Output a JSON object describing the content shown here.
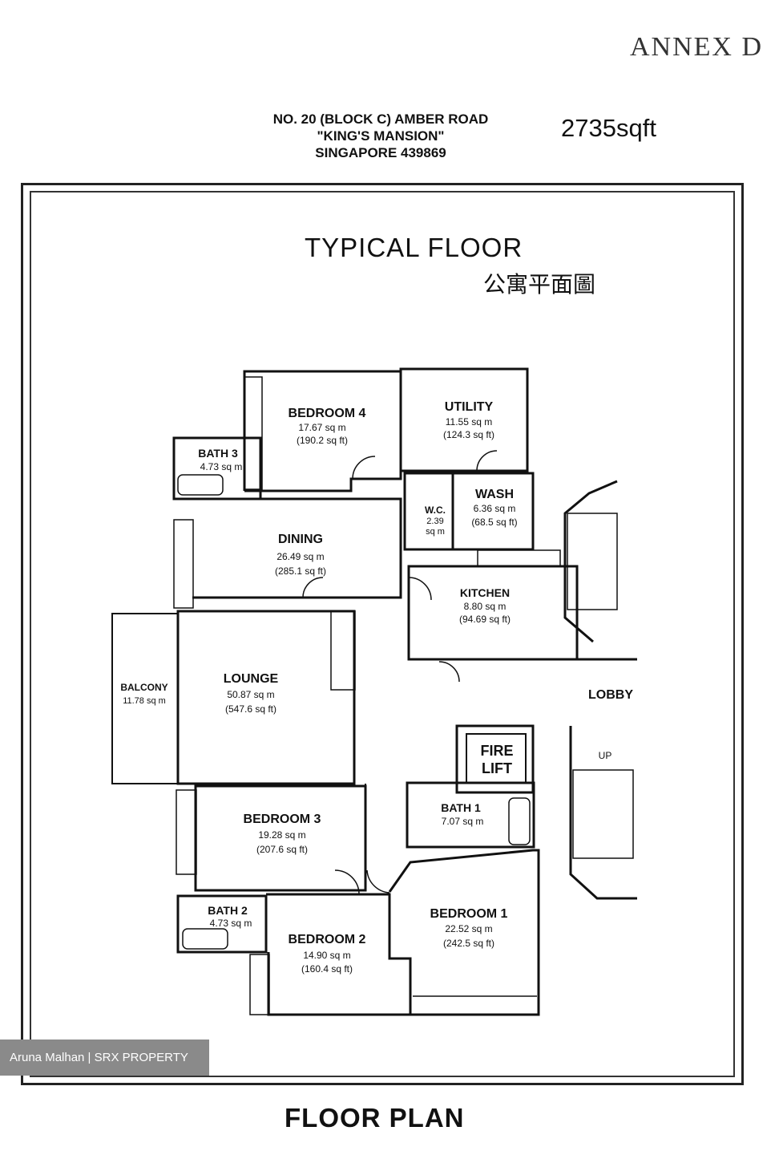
{
  "header": {
    "annex": "ANNEX D",
    "address_lines": [
      "NO. 20 (BLOCK C) AMBER ROAD",
      "\"KING'S MANSION\"",
      "SINGAPORE 439869"
    ],
    "size": "2735sqft"
  },
  "plan": {
    "title": "TYPICAL FLOOR",
    "subtitle": "公寓平面圖",
    "rooms": {
      "bedroom4": {
        "name": "BEDROOM 4",
        "sqm": "17.67 sq m",
        "sqft": "(190.2 sq ft)"
      },
      "utility": {
        "name": "UTILITY",
        "sqm": "11.55 sq m",
        "sqft": "(124.3 sq ft)"
      },
      "bath3": {
        "name": "BATH 3",
        "sqm": "4.73 sq m"
      },
      "wc": {
        "name": "W.C.",
        "sqm": "2.39",
        "unit": "sq m"
      },
      "wash": {
        "name": "WASH",
        "sqm": "6.36 sq m",
        "sqft": "(68.5 sq ft)"
      },
      "dining": {
        "name": "DINING",
        "sqm": "26.49 sq m",
        "sqft": "(285.1 sq ft)"
      },
      "kitchen": {
        "name": "KITCHEN",
        "sqm": "8.80 sq m",
        "sqft": "(94.69 sq ft)"
      },
      "balcony": {
        "name": "BALCONY",
        "sqm": "11.78 sq m"
      },
      "lounge": {
        "name": "LOUNGE",
        "sqm": "50.87 sq m",
        "sqft": "(547.6 sq ft)"
      },
      "lobby": {
        "name": "LOBBY"
      },
      "firelift": {
        "line1": "FIRE",
        "line2": "LIFT"
      },
      "up": {
        "name": "UP"
      },
      "bedroom3": {
        "name": "BEDROOM 3",
        "sqm": "19.28 sq m",
        "sqft": "(207.6 sq ft)"
      },
      "bath1": {
        "name": "BATH 1",
        "sqm": "7.07 sq m"
      },
      "bath2": {
        "name": "BATH 2",
        "sqm": "4.73 sq m"
      },
      "bedroom1": {
        "name": "BEDROOM 1",
        "sqm": "22.52 sq m",
        "sqft": "(242.5 sq ft)"
      },
      "bedroom2": {
        "name": "BEDROOM 2",
        "sqm": "14.90 sq m",
        "sqft": "(160.4 sq ft)"
      }
    }
  },
  "watermark": "Aruna Malhan | SRX PROPERTY",
  "footer": "FLOOR PLAN"
}
